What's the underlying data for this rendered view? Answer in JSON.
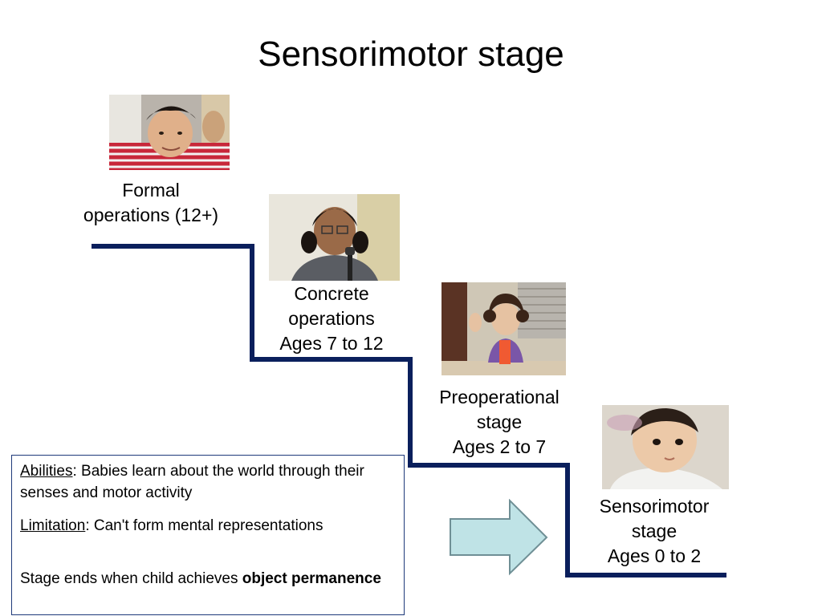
{
  "slide": {
    "title": "Sensorimotor stage"
  },
  "stages": [
    {
      "key": "formal",
      "lines": [
        "Formal",
        "operations (12+)"
      ],
      "photo": "teen-boy-photo"
    },
    {
      "key": "concrete",
      "lines": [
        "Concrete",
        "operations",
        "Ages 7 to 12"
      ],
      "photo": "school-girl-photo"
    },
    {
      "key": "preoperational",
      "lines": [
        "Preoperational",
        "stage",
        "Ages 2 to 7"
      ],
      "photo": "toddler-girl-photo"
    },
    {
      "key": "sensorimotor",
      "lines": [
        "Sensorimotor",
        "stage",
        "Ages 0 to 2"
      ],
      "photo": "baby-photo"
    }
  ],
  "infobox": {
    "abilities_label": "Abilities",
    "abilities_text": ": Babies learn about the world through their senses and motor activity",
    "limitation_label": "Limitation",
    "limitation_text": ": Can't form mental representations",
    "ends_text": "Stage ends when child achieves ",
    "ends_bold": "object permanence"
  },
  "colors": {
    "stairs": "#0a1f5c",
    "arrow_fill": "#bfe3e6",
    "arrow_stroke": "#6f8f95",
    "box_border": "#1f3a7a"
  }
}
